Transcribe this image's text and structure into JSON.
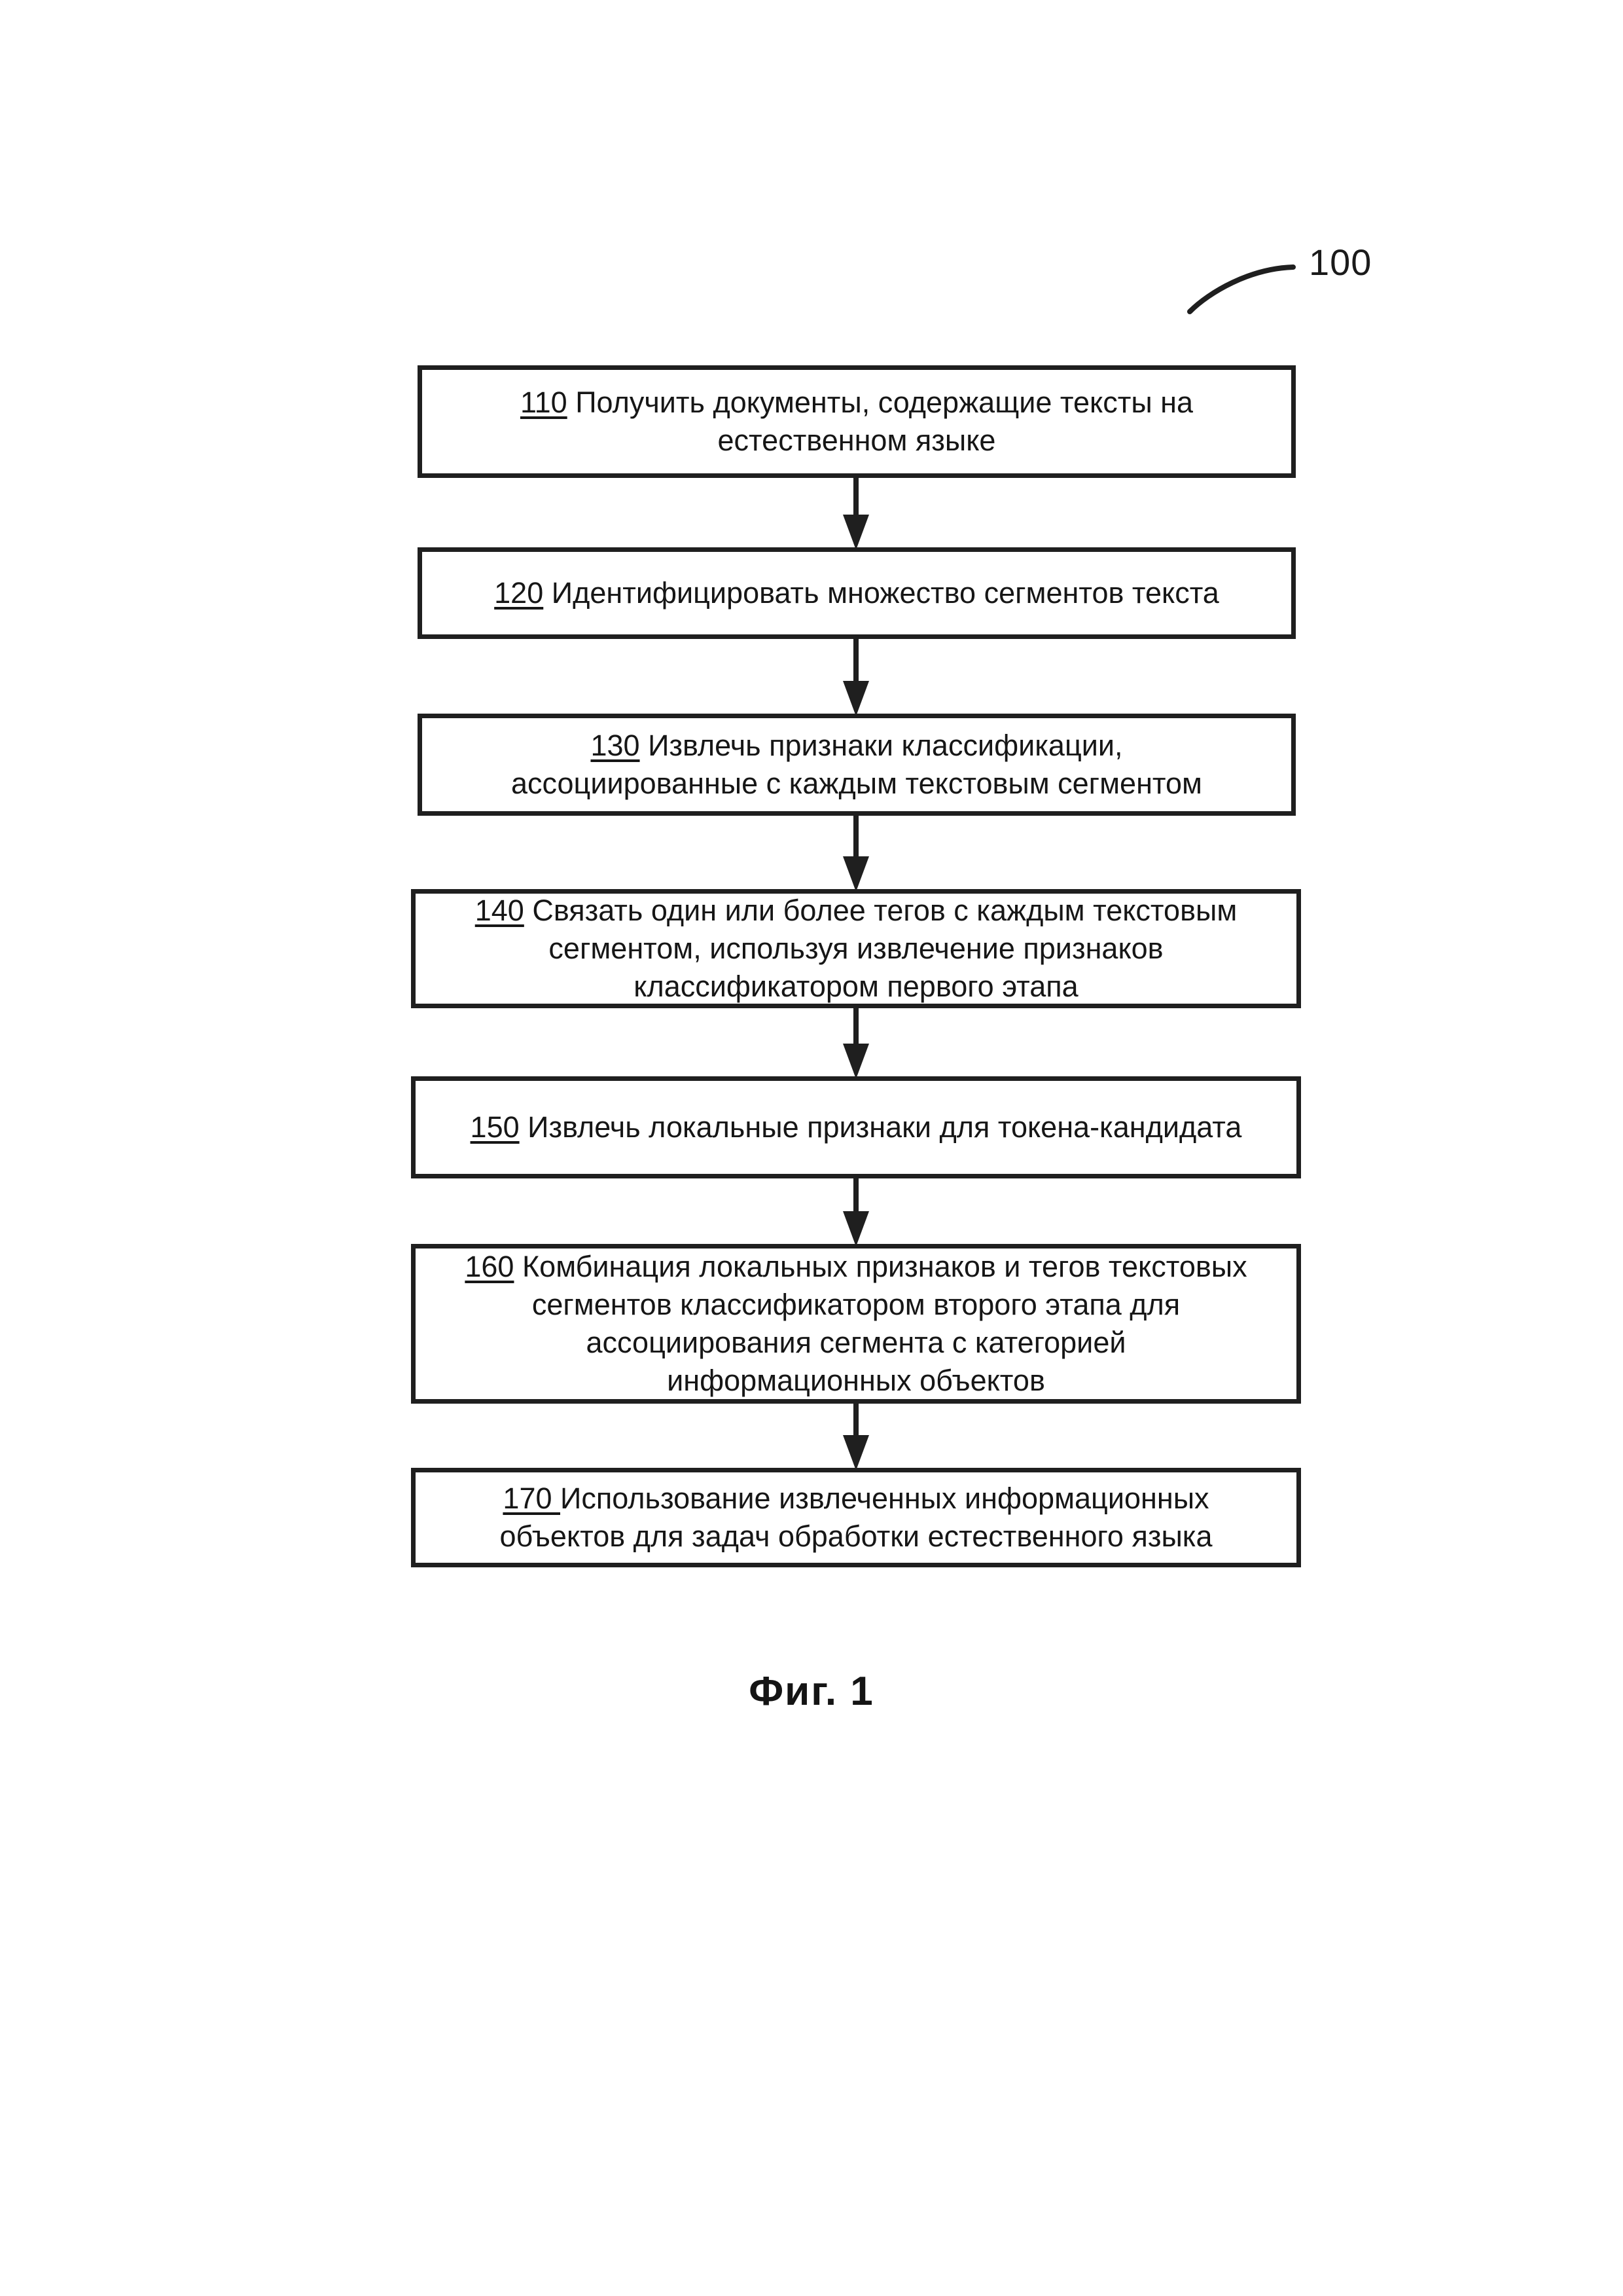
{
  "figure": {
    "reference_numeral": "100",
    "caption": "Фиг. 1"
  },
  "flowchart": {
    "type": "vertical-process-flow",
    "steps": [
      {
        "id": "110",
        "number": "110",
        "text": " Получить документы, содержащие тексты на\nестественном языке"
      },
      {
        "id": "120",
        "number": "120",
        "text": " Идентифицировать множество сегментов текста"
      },
      {
        "id": "130",
        "number": "130",
        "text": " Извлечь признаки классификации,\nассоциированные с каждым текстовым сегментом"
      },
      {
        "id": "140",
        "number": "140",
        "text": " Связать один или более тегов с каждым текстовым\nсегментом, используя извлечение признаков\nклассификатором первого этапа"
      },
      {
        "id": "150",
        "number": "150",
        "text": " Извлечь локальные признаки для токена-кандидата"
      },
      {
        "id": "160",
        "number": "160",
        "text": " Комбинация локальных признаков и тегов текстовых\nсегментов классификатором второго этапа для\nассоциирования сегмента с категорией\nинформационных объектов"
      },
      {
        "id": "170",
        "number": "170 ",
        "text": "Использование извлеченных информационных\nобъектов для задач обработки естественного языка"
      }
    ],
    "connectors": [
      {
        "from": "110",
        "to": "120",
        "kind": "arrow-down"
      },
      {
        "from": "120",
        "to": "130",
        "kind": "arrow-down"
      },
      {
        "from": "130",
        "to": "140",
        "kind": "arrow-down"
      },
      {
        "from": "140",
        "to": "150",
        "kind": "arrow-down"
      },
      {
        "from": "150",
        "to": "160",
        "kind": "arrow-down"
      },
      {
        "from": "160",
        "to": "170",
        "kind": "arrow-down"
      }
    ]
  },
  "colors": {
    "page_background": "#ffffff",
    "line": "#1f1f1f",
    "text": "#161616"
  }
}
